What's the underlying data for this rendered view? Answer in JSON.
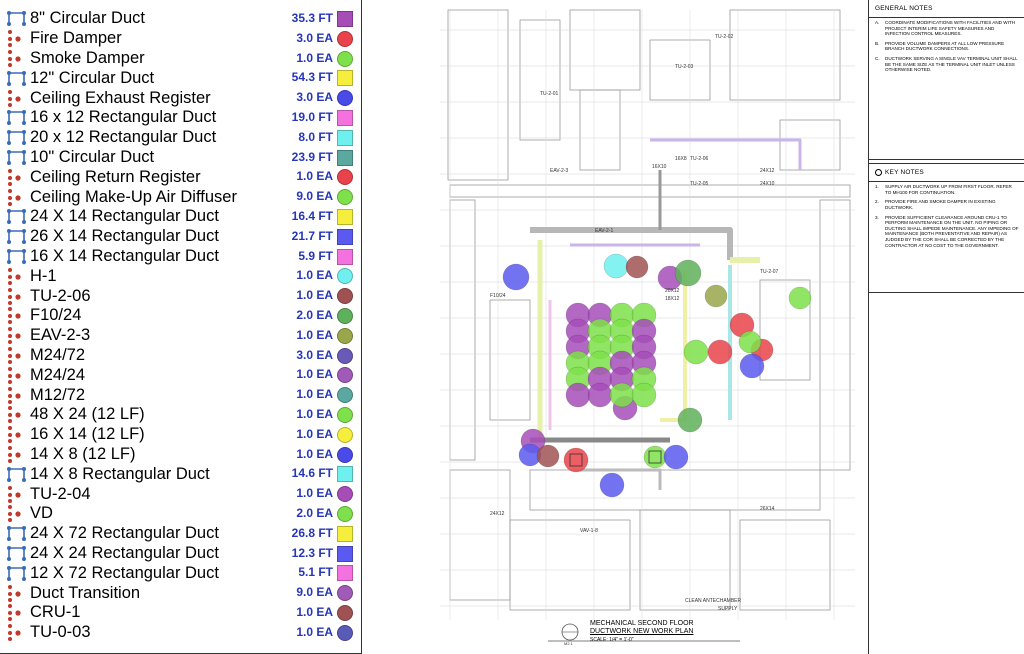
{
  "legend": [
    {
      "label": "8\" Circular Duct",
      "qty": "35.3 FT",
      "kind": "duct",
      "color": "#a64db8"
    },
    {
      "label": "Fire Damper",
      "qty": "3.0 EA",
      "kind": "count",
      "color": "#e8434a"
    },
    {
      "label": "Smoke Damper",
      "qty": "1.0 EA",
      "kind": "count",
      "color": "#7ee04a"
    },
    {
      "label": "12\" Circular Duct",
      "qty": "54.3 FT",
      "kind": "duct",
      "color": "#f5ee3c"
    },
    {
      "label": "Ceiling Exhaust Register",
      "qty": "3.0 EA",
      "kind": "count",
      "color": "#4a4ae8"
    },
    {
      "label": "16 x 12 Rectangular Duct",
      "qty": "19.0 FT",
      "kind": "duct",
      "color": "#f472e0"
    },
    {
      "label": "20 x 12 Rectangular Duct",
      "qty": "8.0 FT",
      "kind": "duct",
      "color": "#6ff0ef"
    },
    {
      "label": "10\" Circular Duct",
      "qty": "23.9 FT",
      "kind": "duct",
      "color": "#5aa8a0"
    },
    {
      "label": "Ceiling Return Register",
      "qty": "1.0 EA",
      "kind": "count",
      "color": "#e8434a"
    },
    {
      "label": "Ceiling Make-Up Air Diffuser",
      "qty": "9.0 EA",
      "kind": "count",
      "color": "#7ee04a"
    },
    {
      "label": "24 X 14 Rectangular Duct",
      "qty": "16.4 FT",
      "kind": "duct",
      "color": "#f5ee3c"
    },
    {
      "label": "26 X 14 Rectangular Duct",
      "qty": "21.7 FT",
      "kind": "duct",
      "color": "#5b5af0"
    },
    {
      "label": "16 X 14 Rectangular Duct",
      "qty": "5.9 FT",
      "kind": "duct",
      "color": "#f472e0"
    },
    {
      "label": "H-1",
      "qty": "1.0 EA",
      "kind": "count",
      "color": "#6ff0ef"
    },
    {
      "label": "TU-2-06",
      "qty": "1.0 EA",
      "kind": "count",
      "color": "#a05252"
    },
    {
      "label": "F10/24",
      "qty": "2.0 EA",
      "kind": "count",
      "color": "#5fb05a"
    },
    {
      "label": "EAV-2-3",
      "qty": "1.0 EA",
      "kind": "count",
      "color": "#9aa64a"
    },
    {
      "label": "M24/72",
      "qty": "3.0 EA",
      "kind": "count",
      "color": "#6a5ab8"
    },
    {
      "label": "M24/24",
      "qty": "1.0 EA",
      "kind": "count",
      "color": "#a05ab8"
    },
    {
      "label": "M12/72",
      "qty": "1.0 EA",
      "kind": "count",
      "color": "#5aa8a0"
    },
    {
      "label": "48 X 24 (12 LF)",
      "qty": "1.0 EA",
      "kind": "count",
      "color": "#7ee04a"
    },
    {
      "label": "16 X 14 (12 LF)",
      "qty": "1.0 EA",
      "kind": "count",
      "color": "#f5ee3c"
    },
    {
      "label": "14 X 8  (12 LF)",
      "qty": "1.0 EA",
      "kind": "count",
      "color": "#4a4ae8"
    },
    {
      "label": "14 X 8  Rectangular Duct",
      "qty": "14.6 FT",
      "kind": "duct",
      "color": "#6ff0ef"
    },
    {
      "label": "TU-2-04",
      "qty": "1.0 EA",
      "kind": "count",
      "color": "#a64db8"
    },
    {
      "label": "VD",
      "qty": "2.0 EA",
      "kind": "count",
      "color": "#7ee04a"
    },
    {
      "label": "24 X 72 Rectangular Duct",
      "qty": "26.8 FT",
      "kind": "duct",
      "color": "#f5ee3c"
    },
    {
      "label": "24 X 24 Rectangular Duct",
      "qty": "12.3 FT",
      "kind": "duct",
      "color": "#5b5af0"
    },
    {
      "label": "12 X 72 Rectangular Duct",
      "qty": "5.1 FT",
      "kind": "duct",
      "color": "#f472e0"
    },
    {
      "label": "Duct Transition",
      "qty": "9.0 EA",
      "kind": "count",
      "color": "#a05ab8"
    },
    {
      "label": "CRU-1",
      "qty": "1.0 EA",
      "kind": "count",
      "color": "#a05252"
    },
    {
      "label": "TU-0-03",
      "qty": "1.0 EA",
      "kind": "count",
      "color": "#5a5ab8"
    }
  ],
  "plan": {
    "title_line1": "MECHANICAL SECOND FLOOR",
    "title_line2": "DUCTWORK NEW WORK PLAN",
    "scale": "SCALE: 1/4\" = 1'-0\"",
    "sheet_ref": "M2.1",
    "labels": [
      "TU-2-02",
      "TU-2-03",
      "TU-2-01",
      "TU-2-06",
      "TU-2-05",
      "TU-2-07",
      "EAV-2-3",
      "EAV-2-1",
      "F10/24",
      "16X8",
      "24X12",
      "24X10",
      "16X10",
      "20X12",
      "18X12",
      "VAV-1-8",
      "CLEAN ANTECHAMBER",
      "SUPPLY",
      "26X14",
      "24X12"
    ]
  },
  "general_notes": {
    "title": "GENERAL NOTES",
    "items": [
      {
        "key": "A.",
        "text": "COORDINATE MODIFICATIONS WITH FACILITIES AND WITH PROJECT INTERIM LIFE SAFETY MEASURES AND INFECTION CONTROL MEASURES."
      },
      {
        "key": "B.",
        "text": "PROVIDE VOLUME DAMPERS AT ALL LOW PRESSURE BRANCH DUCTWORK CONNECTIONS."
      },
      {
        "key": "C.",
        "text": "DUCTWORK SERVING A SINGLE VAV TERMINAL UNIT SHALL BE THE SAME SIZE AS THE TERMINAL UNIT INLET UNLESS OTHERWISE NOTED."
      }
    ]
  },
  "key_notes": {
    "title": "KEY NOTES",
    "items": [
      {
        "key": "1.",
        "text": "SUPPLY AIR DUCTWORK UP FROM FIRST FLOOR. REFER TO MH100 FOR CONTINUATION."
      },
      {
        "key": "2.",
        "text": "PROVIDE FIRE AND SMOKE DAMPER IN EXISTING DUCTWORK."
      },
      {
        "key": "3.",
        "text": "PROVIDE SUFFICIENT CLEARANCE AROUND CRU-1 TO PERFORM MAINTENANCE ON THE UNIT. NO PIPING OR DUCTING SHALL IMPEDE MAINTENANCE. ANY IMPEDING OF MAINTENANCE (BOTH PREVENTATIVE AND REPAIR) AS JUDGED BY THE COR SHALL BE CORRECTED BY THE CONTRACTOR AT NO COST TO THE GOVERNMENT."
      }
    ]
  }
}
